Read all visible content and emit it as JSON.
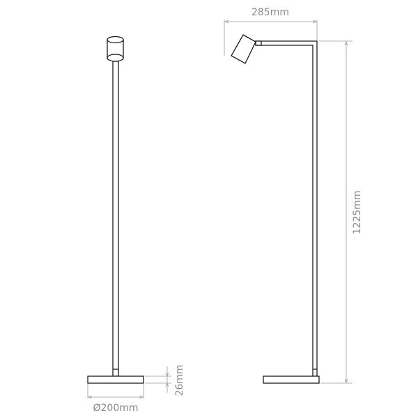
{
  "dimensions": {
    "width": "285mm",
    "height": "1225mm",
    "base_diameter": "Ø200mm",
    "base_thickness": "26mm"
  },
  "colors": {
    "outline": "#1a1a1a",
    "dimension": "#9a9a9a"
  }
}
